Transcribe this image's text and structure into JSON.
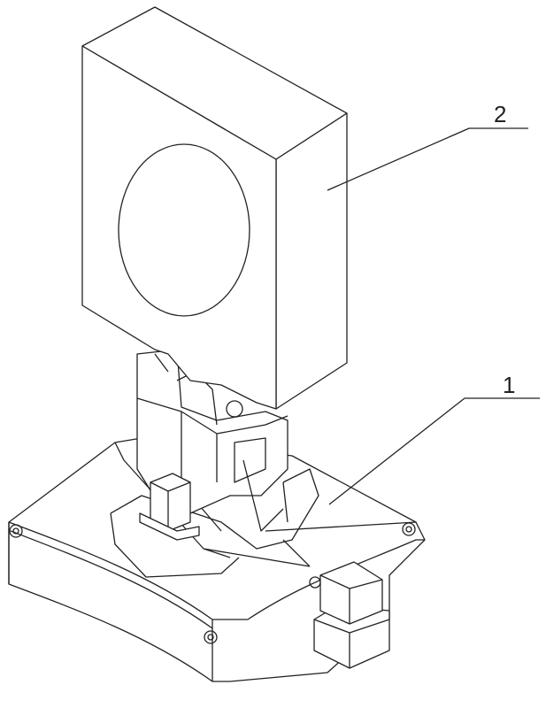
{
  "figure": {
    "labels": [
      {
        "id": "label-1",
        "text": "1"
      },
      {
        "id": "label-2",
        "text": "2"
      }
    ]
  }
}
